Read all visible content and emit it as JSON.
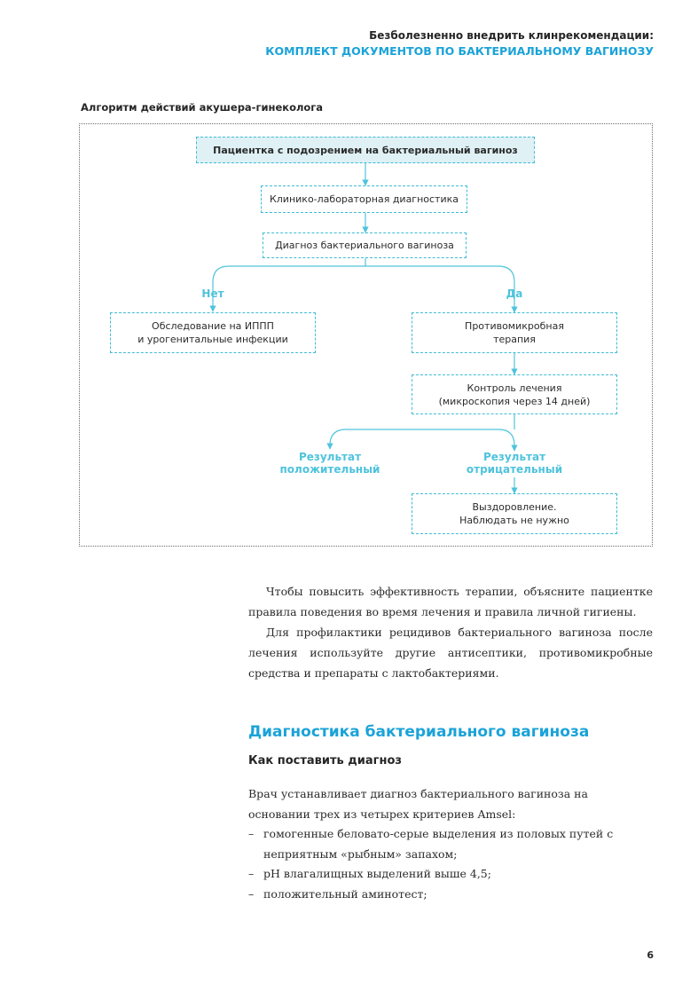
{
  "header": {
    "line1": "Безболезненно внедрить клинрекомендации:",
    "line2": "КОМПЛЕКТ ДОКУМЕНТОВ ПО БАКТЕРИАЛЬНОМУ ВАГИНОЗУ"
  },
  "algorithm": {
    "title": "Алгоритм действий акушера-гинеколога",
    "start": "Пациентка с подозрением на бактериальный вагиноз",
    "diagnostics": "Клинико-лабораторная диагностика",
    "diagnosis": "Диагноз бактериального вагиноза",
    "no_label": "Нет",
    "yes_label": "Да",
    "no_box": [
      "Обследование на ИППП",
      "и урогенитальные инфекции"
    ],
    "yes_box": [
      "Противомикробная",
      "терапия"
    ],
    "control_box": [
      "Контроль лечения",
      "(микроскопия через 14 дней)"
    ],
    "positive_label": [
      "Результат",
      "положительный"
    ],
    "negative_label": [
      "Результат",
      "отрицательный"
    ],
    "recovery_box": [
      "Выздоровление.",
      "Наблюдать не нужно"
    ],
    "colors": {
      "accent": "#4fc3dc",
      "box_border": "#3fbcd6",
      "start_fill": "#dff1f5"
    }
  },
  "body": {
    "p1": "Чтобы повысить эффективность терапии, объясните пациентке правила поведения во время лечения и правила личной гигиены.",
    "p2": "Для профилактики рецидивов бактериального вагиноза после лечения используйте другие антисептики, противомикробные средства и препараты с лактобактериями."
  },
  "section": {
    "title": "Диагностика бактериального вагиноза",
    "subtitle": "Как поставить диагноз",
    "intro": "Врач устанавливает диагноз бактериального вагиноза на основании трех из четырех критериев Amsel:",
    "criteria": [
      "гомогенные беловато-серые выделения из половых путей с неприятным «рыбным» запахом;",
      "pH влагалищных выделений выше 4,5;",
      "положительный аминотест;"
    ]
  },
  "page_number": "6"
}
